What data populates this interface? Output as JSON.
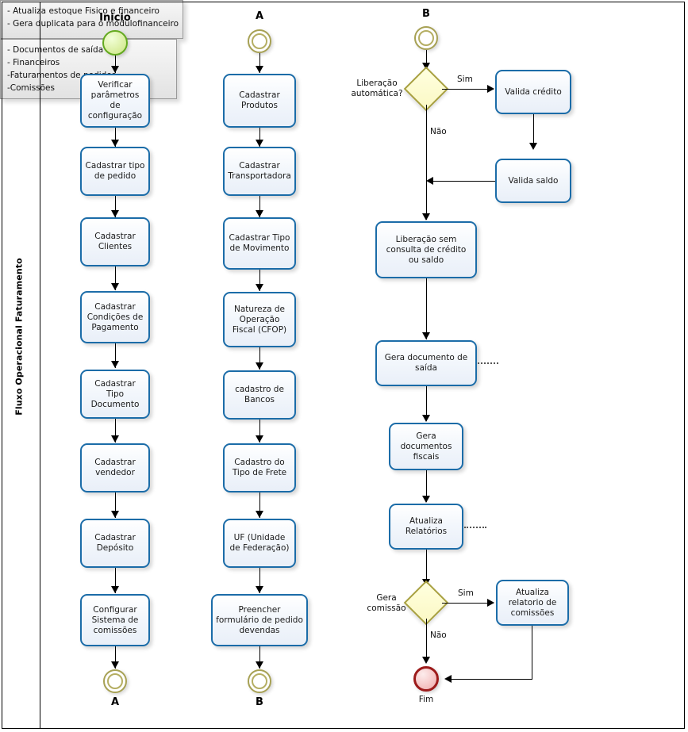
{
  "diagram": {
    "pool_label": "Fluxo Operacional Faturamento",
    "type": "flowchart"
  },
  "column1": {
    "start": {
      "label": "Inicio"
    },
    "tasks": [
      {
        "label": "Verificar parâmetros de configuração"
      },
      {
        "label": "Cadastrar tipo de pedido"
      },
      {
        "label": "Cadastrar Clientes"
      },
      {
        "label": "Cadastrar Condições de Pagamento"
      },
      {
        "label": "Cadastrar  Tipo Documento"
      },
      {
        "label": "Cadastrar vendedor"
      },
      {
        "label": "Cadastrar Depósito"
      },
      {
        "label": "Configurar Sistema de comissões"
      }
    ],
    "end_connector": {
      "label": "A"
    }
  },
  "column2": {
    "start_connector": {
      "label": "A"
    },
    "tasks": [
      {
        "label": "Cadastrar Produtos"
      },
      {
        "label": "Cadastrar Transportadora"
      },
      {
        "label": "Cadastrar Tipo de Movimento"
      },
      {
        "label": "Natureza de Operação Fiscal (CFOP)"
      },
      {
        "label": "cadastro de Bancos"
      },
      {
        "label": "Cadastro do Tipo de Frete"
      },
      {
        "label": "UF (Unidade de Federação)"
      },
      {
        "label": "Preencher formulário de pedido devendas"
      }
    ],
    "end_connector": {
      "label": "B"
    }
  },
  "column3": {
    "start_connector": {
      "label": "B"
    },
    "gateway1": {
      "label": "Liberação automática?",
      "yes": "Sim",
      "no": "Não"
    },
    "task_valida_credito": {
      "label": "Valida crédito"
    },
    "task_valida_saldo": {
      "label": "Valida saldo"
    },
    "task_liberacao": {
      "label": "Liberação sem consulta de crédito ou saldo"
    },
    "task_gera_documento": {
      "label": "Gera documento de saída"
    },
    "note1": {
      "lines": [
        "- Atualiza estoque Fisico e financeiro",
        "- Gera duplicata para o módulofinanceiro"
      ]
    },
    "task_gera_fiscais": {
      "label": "Gera documentos fiscais"
    },
    "task_atualiza_relatorios": {
      "label": "Atualiza Relatórios"
    },
    "note2": {
      "lines": [
        "- Documentos de saída",
        "- Financeiros",
        "-Faturamentos de pedidos",
        "-Comissões"
      ]
    },
    "gateway2": {
      "label": "Gera comissão",
      "yes": "Sim",
      "no": "Não"
    },
    "task_atualiza_comissoes": {
      "label": "Atualiza relatorio de comissões"
    },
    "end": {
      "label": "Fim"
    }
  },
  "colors": {
    "task_border": "#1b6ca8",
    "start_border": "#63a91f",
    "end_border": "#9d1b1b",
    "connector_border": "#a7a154",
    "gateway_border": "#a8a03f",
    "note_border": "#9a9a9a",
    "edge": "#000000"
  }
}
